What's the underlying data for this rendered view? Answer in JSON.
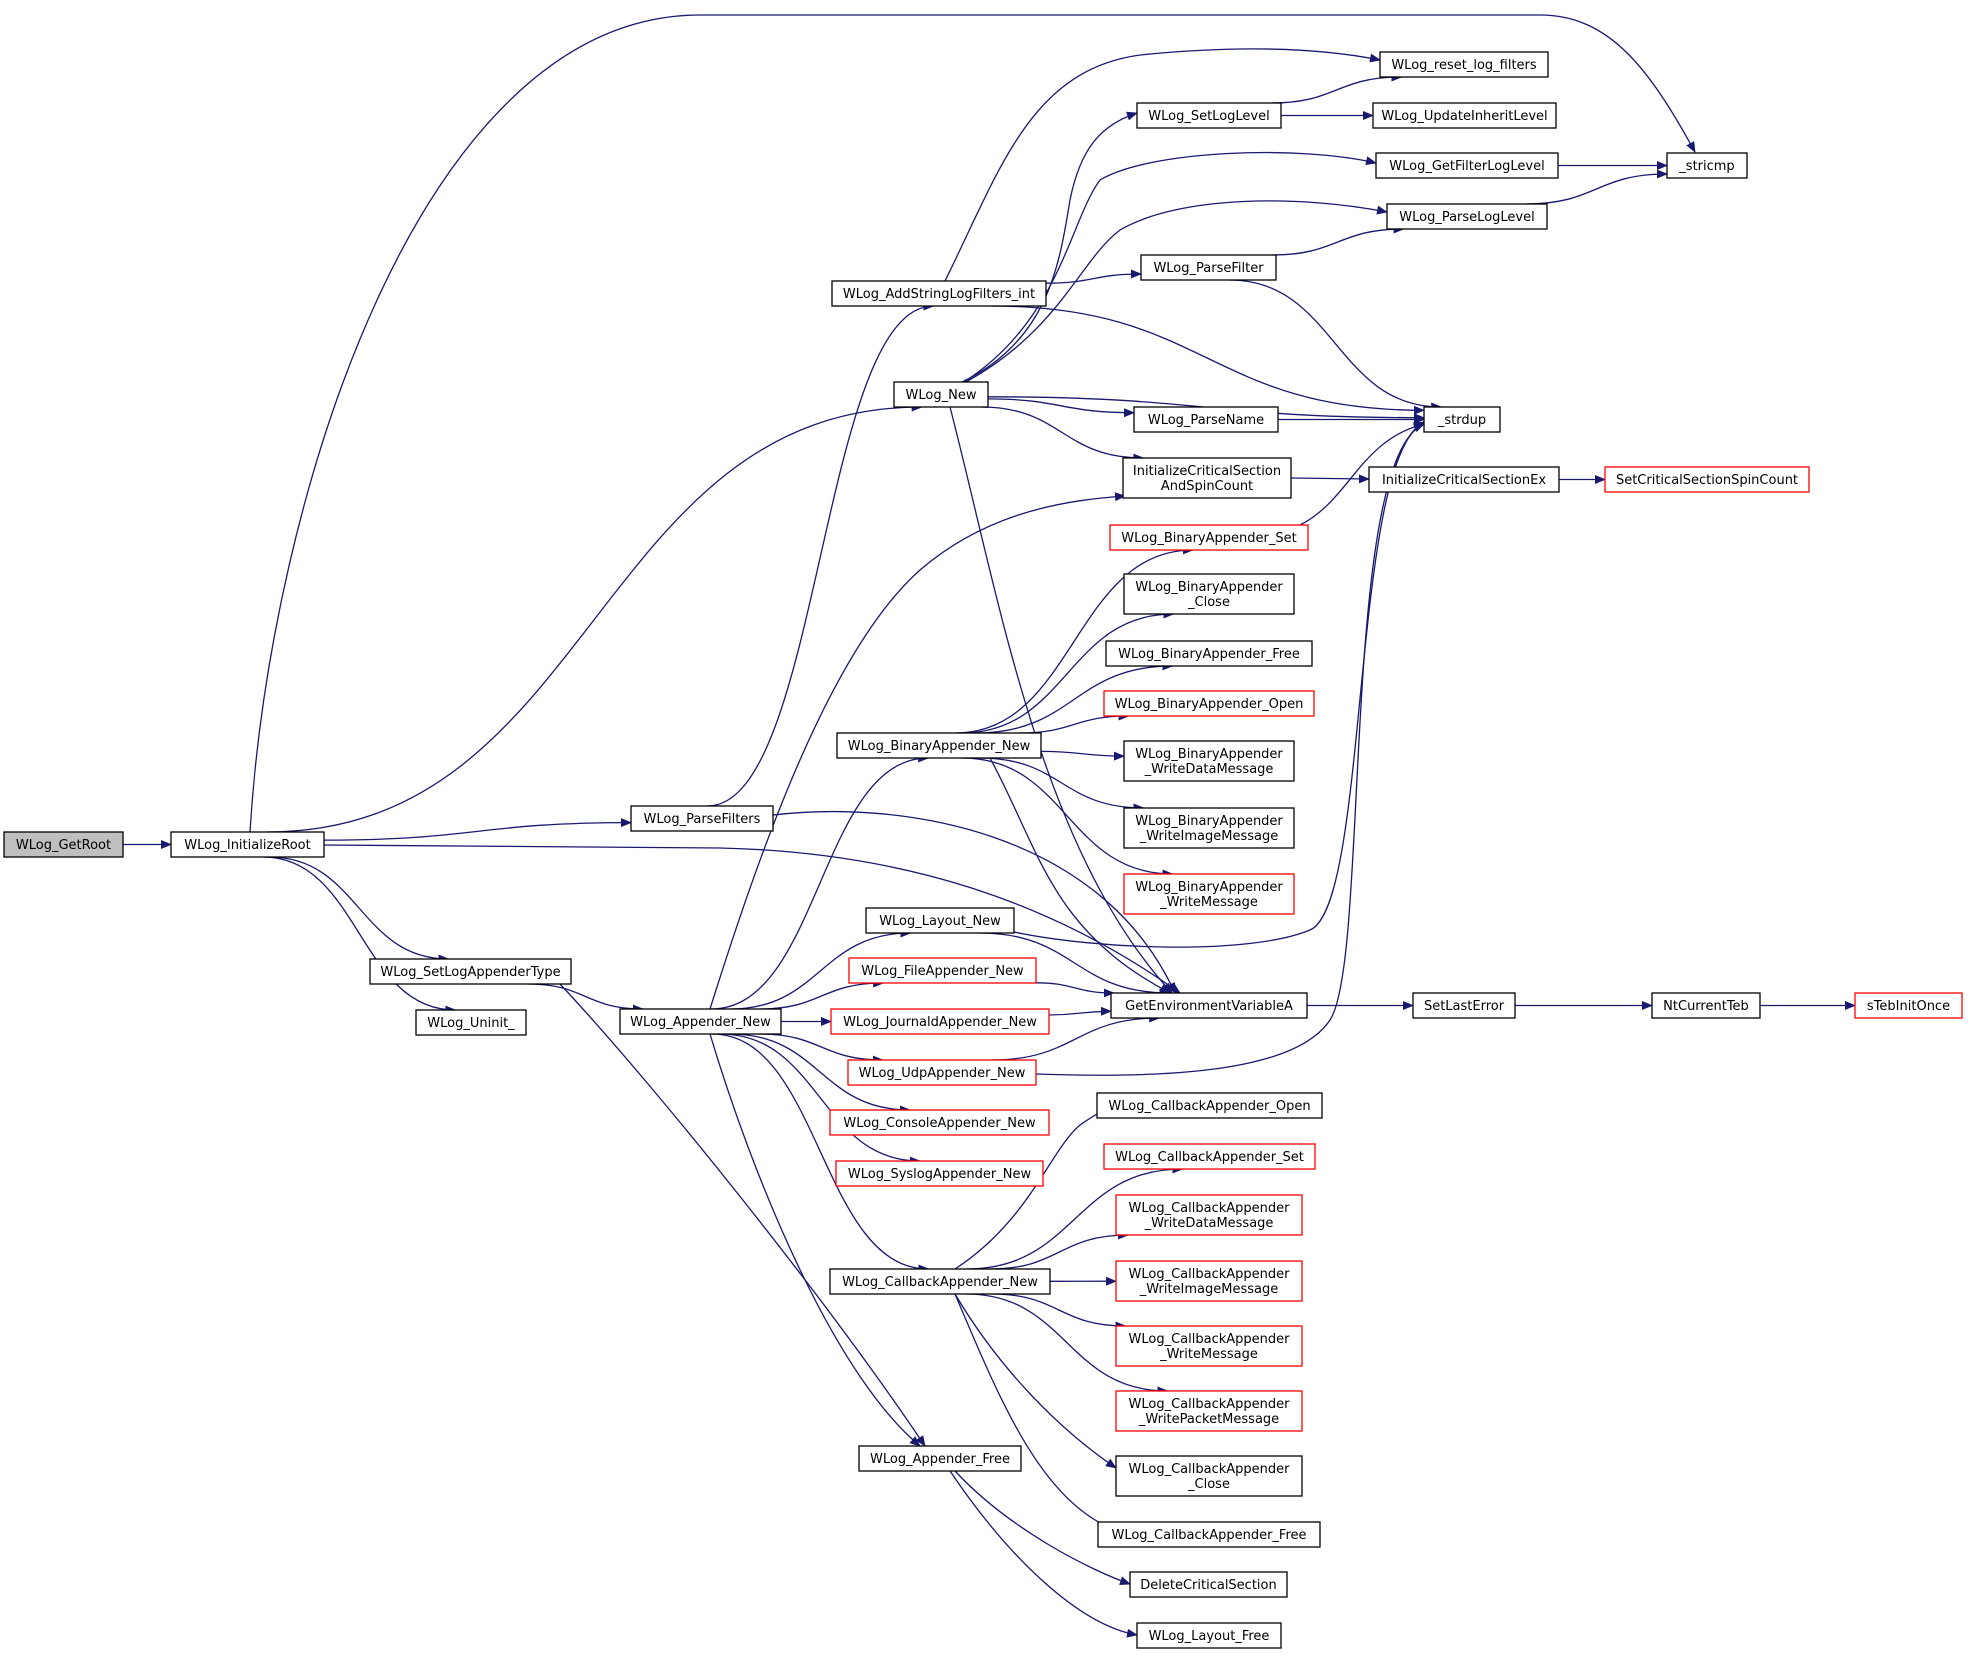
{
  "graph": {
    "node_border_colors": {
      "default": "#000000",
      "incomplete": "#ff0000"
    },
    "root_fill": "#bfbfbf",
    "edge_color": "#191970",
    "nodes": [
      {
        "id": "getroot",
        "lines": [
          "WLog_GetRoot"
        ],
        "style": "root"
      },
      {
        "id": "initroot",
        "lines": [
          "WLog_InitializeRoot"
        ]
      },
      {
        "id": "parsefilters",
        "lines": [
          "WLog_ParseFilters"
        ]
      },
      {
        "id": "setappendertype",
        "lines": [
          "WLog_SetLogAppenderType"
        ]
      },
      {
        "id": "uninit",
        "lines": [
          "WLog_Uninit_"
        ]
      },
      {
        "id": "addstring",
        "lines": [
          "WLog_AddStringLogFilters_int"
        ]
      },
      {
        "id": "wlognew",
        "lines": [
          "WLog_New"
        ]
      },
      {
        "id": "appendernew",
        "lines": [
          "WLog_Appender_New"
        ]
      },
      {
        "id": "binarynew",
        "lines": [
          "WLog_BinaryAppender_New"
        ]
      },
      {
        "id": "layoutnew",
        "lines": [
          "WLog_Layout_New"
        ]
      },
      {
        "id": "filenew",
        "lines": [
          "WLog_FileAppender_New"
        ],
        "style": "red"
      },
      {
        "id": "journaldnew",
        "lines": [
          "WLog_JournaldAppender_New"
        ],
        "style": "red"
      },
      {
        "id": "udpnew",
        "lines": [
          "WLog_UdpAppender_New"
        ],
        "style": "red"
      },
      {
        "id": "consolenew",
        "lines": [
          "WLog_ConsoleAppender_New"
        ],
        "style": "red"
      },
      {
        "id": "syslognew",
        "lines": [
          "WLog_SyslogAppender_New"
        ],
        "style": "red"
      },
      {
        "id": "callbacknew",
        "lines": [
          "WLog_CallbackAppender_New"
        ]
      },
      {
        "id": "appenderfree",
        "lines": [
          "WLog_Appender_Free"
        ]
      },
      {
        "id": "setloglevel",
        "lines": [
          "WLog_SetLogLevel"
        ]
      },
      {
        "id": "getfilterloglevel",
        "lines": [
          "WLog_GetFilterLogLevel"
        ]
      },
      {
        "id": "parseloglevel",
        "lines": [
          "WLog_ParseLogLevel"
        ]
      },
      {
        "id": "parsefilter",
        "lines": [
          "WLog_ParseFilter"
        ]
      },
      {
        "id": "parsename",
        "lines": [
          "WLog_ParseName"
        ]
      },
      {
        "id": "initcsspin",
        "lines": [
          "InitializeCriticalSection",
          "AndSpinCount"
        ]
      },
      {
        "id": "binset",
        "lines": [
          "WLog_BinaryAppender_Set"
        ],
        "style": "red"
      },
      {
        "id": "binclose",
        "lines": [
          "WLog_BinaryAppender",
          "_Close"
        ]
      },
      {
        "id": "binfree",
        "lines": [
          "WLog_BinaryAppender_Free"
        ]
      },
      {
        "id": "binopen",
        "lines": [
          "WLog_BinaryAppender_Open"
        ],
        "style": "red"
      },
      {
        "id": "binwritedata",
        "lines": [
          "WLog_BinaryAppender",
          "_WriteDataMessage"
        ]
      },
      {
        "id": "binwriteimage",
        "lines": [
          "WLog_BinaryAppender",
          "_WriteImageMessage"
        ]
      },
      {
        "id": "binwritemsg",
        "lines": [
          "WLog_BinaryAppender",
          "_WriteMessage"
        ],
        "style": "red"
      },
      {
        "id": "getenv",
        "lines": [
          "GetEnvironmentVariableA"
        ]
      },
      {
        "id": "cbopen",
        "lines": [
          "WLog_CallbackAppender_Open"
        ]
      },
      {
        "id": "cbset",
        "lines": [
          "WLog_CallbackAppender_Set"
        ],
        "style": "red"
      },
      {
        "id": "cbwritedata",
        "lines": [
          "WLog_CallbackAppender",
          "_WriteDataMessage"
        ],
        "style": "red"
      },
      {
        "id": "cbwriteimage",
        "lines": [
          "WLog_CallbackAppender",
          "_WriteImageMessage"
        ],
        "style": "red"
      },
      {
        "id": "cbwritemsg",
        "lines": [
          "WLog_CallbackAppender",
          "_WriteMessage"
        ],
        "style": "red"
      },
      {
        "id": "cbwritepacket",
        "lines": [
          "WLog_CallbackAppender",
          "_WritePacketMessage"
        ],
        "style": "red"
      },
      {
        "id": "cbclose",
        "lines": [
          "WLog_CallbackAppender",
          "_Close"
        ]
      },
      {
        "id": "cbfree",
        "lines": [
          "WLog_CallbackAppender_Free"
        ]
      },
      {
        "id": "deletecs",
        "lines": [
          "DeleteCriticalSection"
        ]
      },
      {
        "id": "layoutfree",
        "lines": [
          "WLog_Layout_Free"
        ]
      },
      {
        "id": "resetfilters",
        "lines": [
          "WLog_reset_log_filters"
        ]
      },
      {
        "id": "updateinherit",
        "lines": [
          "WLog_UpdateInheritLevel"
        ]
      },
      {
        "id": "stricmp",
        "lines": [
          "_stricmp"
        ]
      },
      {
        "id": "strdup",
        "lines": [
          "_strdup"
        ]
      },
      {
        "id": "initcsex",
        "lines": [
          "InitializeCriticalSectionEx"
        ]
      },
      {
        "id": "setcsspin",
        "lines": [
          "SetCriticalSectionSpinCount"
        ],
        "style": "red"
      },
      {
        "id": "setlasterror",
        "lines": [
          "SetLastError"
        ]
      },
      {
        "id": "ntcurrentteb",
        "lines": [
          "NtCurrentTeb"
        ]
      },
      {
        "id": "stebinitonce",
        "lines": [
          "sTebInitOnce"
        ],
        "style": "red"
      }
    ],
    "edges": [
      [
        "getroot",
        "initroot"
      ],
      [
        "initroot",
        "stricmp"
      ],
      [
        "initroot",
        "wlognew"
      ],
      [
        "initroot",
        "parsefilters"
      ],
      [
        "initroot",
        "getenv"
      ],
      [
        "initroot",
        "setappendertype"
      ],
      [
        "initroot",
        "uninit"
      ],
      [
        "parsefilters",
        "addstring"
      ],
      [
        "parsefilters",
        "getenv"
      ],
      [
        "addstring",
        "resetfilters"
      ],
      [
        "addstring",
        "parsefilter"
      ],
      [
        "addstring",
        "strdup"
      ],
      [
        "wlognew",
        "setloglevel"
      ],
      [
        "wlognew",
        "getfilterloglevel"
      ],
      [
        "wlognew",
        "parseloglevel"
      ],
      [
        "wlognew",
        "strdup"
      ],
      [
        "wlognew",
        "parsename"
      ],
      [
        "wlognew",
        "initcsspin"
      ],
      [
        "wlognew",
        "getenv"
      ],
      [
        "setloglevel",
        "resetfilters"
      ],
      [
        "setloglevel",
        "updateinherit"
      ],
      [
        "getfilterloglevel",
        "stricmp"
      ],
      [
        "parseloglevel",
        "stricmp"
      ],
      [
        "parsefilter",
        "parseloglevel"
      ],
      [
        "parsefilter",
        "strdup"
      ],
      [
        "parsename",
        "strdup"
      ],
      [
        "initcsspin",
        "initcsex"
      ],
      [
        "initcsex",
        "setcsspin"
      ],
      [
        "binset",
        "strdup"
      ],
      [
        "setappendertype",
        "appendernew"
      ],
      [
        "setappendertype",
        "appenderfree"
      ],
      [
        "appendernew",
        "initcsspin"
      ],
      [
        "appendernew",
        "binarynew"
      ],
      [
        "appendernew",
        "layoutnew"
      ],
      [
        "appendernew",
        "filenew"
      ],
      [
        "appendernew",
        "journaldnew"
      ],
      [
        "appendernew",
        "udpnew"
      ],
      [
        "appendernew",
        "consolenew"
      ],
      [
        "appendernew",
        "syslognew"
      ],
      [
        "appendernew",
        "callbacknew"
      ],
      [
        "appendernew",
        "appenderfree"
      ],
      [
        "binarynew",
        "binset"
      ],
      [
        "binarynew",
        "binclose"
      ],
      [
        "binarynew",
        "binfree"
      ],
      [
        "binarynew",
        "binopen"
      ],
      [
        "binarynew",
        "binwritedata"
      ],
      [
        "binarynew",
        "binwriteimage"
      ],
      [
        "binarynew",
        "binwritemsg"
      ],
      [
        "binarynew",
        "getenv"
      ],
      [
        "layoutnew",
        "strdup"
      ],
      [
        "layoutnew",
        "getenv"
      ],
      [
        "filenew",
        "getenv"
      ],
      [
        "journaldnew",
        "getenv"
      ],
      [
        "udpnew",
        "getenv"
      ],
      [
        "udpnew",
        "strdup"
      ],
      [
        "getenv",
        "setlasterror"
      ],
      [
        "setlasterror",
        "ntcurrentteb"
      ],
      [
        "ntcurrentteb",
        "stebinitonce"
      ],
      [
        "callbacknew",
        "cbopen"
      ],
      [
        "callbacknew",
        "cbset"
      ],
      [
        "callbacknew",
        "cbwritedata"
      ],
      [
        "callbacknew",
        "cbwriteimage"
      ],
      [
        "callbacknew",
        "cbwritemsg"
      ],
      [
        "callbacknew",
        "cbwritepacket"
      ],
      [
        "callbacknew",
        "cbclose"
      ],
      [
        "callbacknew",
        "cbfree"
      ],
      [
        "appenderfree",
        "deletecs"
      ],
      [
        "appenderfree",
        "layoutfree"
      ]
    ]
  }
}
